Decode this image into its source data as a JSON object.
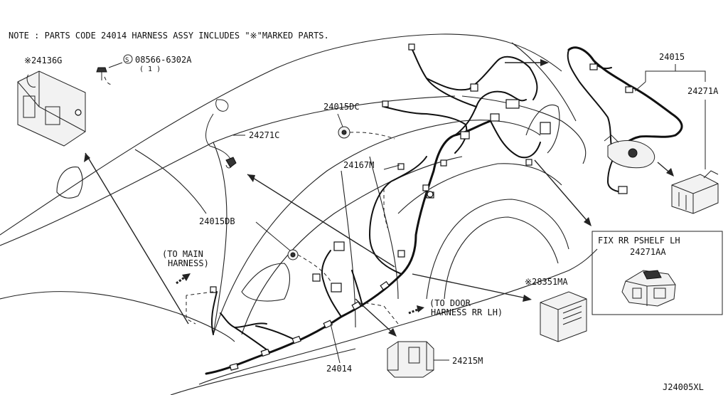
{
  "note": "NOTE : PARTS CODE 24014 HARNESS ASSY INCLUDES \"※\"MARKED PARTS.",
  "labels": {
    "p24136g": "※24136G",
    "p08566": "08566-6302A",
    "p08566_qty": "( 1 )",
    "p24271c": "24271C",
    "p24015dc": "24015DC",
    "p24167m": "24167M",
    "p24015db": "24015DB",
    "to_main": "(TO MAIN",
    "harness": "HARNESS)",
    "to_door": "(TO DOOR",
    "harness_rr_lh": "HARNESS RR LH)",
    "p24014": "24014",
    "p24215m": "24215M",
    "p28351ma": "※28351MA",
    "p24015": "24015",
    "p24271a": "24271A",
    "fix_rr_pshelf": "FIX RR PSHELF LH",
    "p24271aa": "24271AA",
    "diagram_id": "J24005XL"
  },
  "icons": {
    "s_circle": "S"
  }
}
